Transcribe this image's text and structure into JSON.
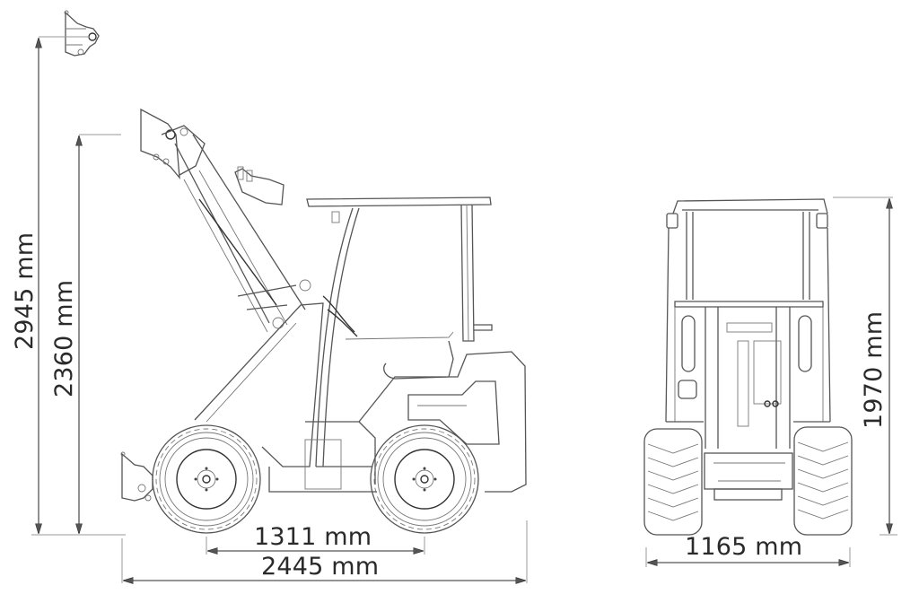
{
  "drawing": {
    "subject": "Compact articulated loader — dimension drawing",
    "views": [
      "side-view",
      "front-view"
    ],
    "line_color": "#555555",
    "text_color": "#2a2a2a",
    "background": "#ffffff"
  },
  "dimensions": {
    "max_height_raised": {
      "label": "2945 mm",
      "value": 2945,
      "unit": "mm",
      "orientation": "vertical"
    },
    "pin_height_raised": {
      "label": "2360 mm",
      "value": 2360,
      "unit": "mm",
      "orientation": "vertical"
    },
    "wheelbase": {
      "label": "1311 mm",
      "value": 1311,
      "unit": "mm",
      "orientation": "horizontal"
    },
    "overall_length": {
      "label": "2445 mm",
      "value": 2445,
      "unit": "mm",
      "orientation": "horizontal"
    },
    "overall_width": {
      "label": "1165 mm",
      "value": 1165,
      "unit": "mm",
      "orientation": "horizontal"
    },
    "overall_height_cab": {
      "label": "1970 mm",
      "value": 1970,
      "unit": "mm",
      "orientation": "vertical"
    }
  }
}
